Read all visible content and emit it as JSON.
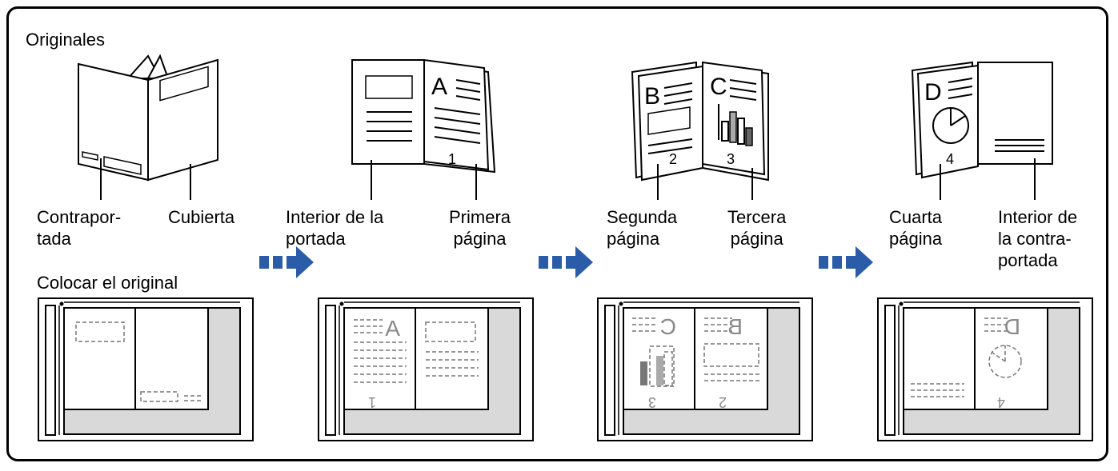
{
  "colors": {
    "arrow": "#2a5ca8",
    "glass_gray": "#d9d9d9",
    "frame": "#000000"
  },
  "labels": {
    "originals": "Originales",
    "placement": "Colocar el original",
    "back_cover": "Contrapor-\ntada",
    "cover": "Cubierta",
    "inside_front": "Interior de la\nportada",
    "first_page": "Primera\npágina",
    "second_page": "Segunda\npágina",
    "third_page": "Tercera\npágina",
    "fourth_page": "Cuarta\npágina",
    "inside_back": "Interior de\nla contra-\nportada"
  },
  "page_marks": {
    "letter_a": "A",
    "letter_b": "B",
    "letter_c": "C",
    "letter_d": "D",
    "num_1": "1",
    "num_2": "2",
    "num_3": "3",
    "num_4": "4"
  },
  "icons": {
    "step_arrow": "dashed-right-arrow-icon"
  }
}
